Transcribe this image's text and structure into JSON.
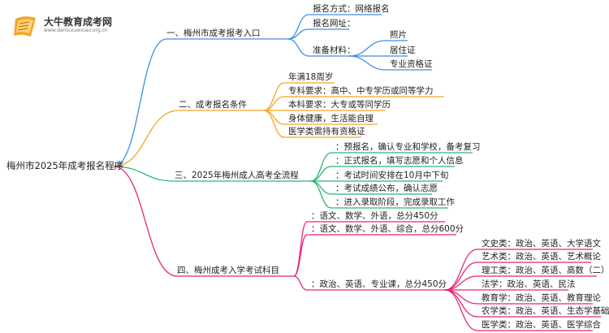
{
  "logo": {
    "title": "大牛教育成考网",
    "url": "www.daniuxueixiao.org.cn"
  },
  "root": {
    "label": "梅州市2025年成考报名程序"
  },
  "branches": [
    {
      "label": "一、梅州市成考报考入口",
      "color": "#3d8ee6",
      "children": [
        {
          "label": "报名方式：网络报名",
          "children": []
        },
        {
          "label": "报名网址：",
          "children": []
        },
        {
          "label": "准备材料：",
          "children": [
            {
              "label": "照片"
            },
            {
              "label": "居住证"
            },
            {
              "label": "专业资格证"
            }
          ]
        }
      ]
    },
    {
      "label": "二、成考报名条件",
      "color": "#f5a623",
      "children": [
        {
          "label": "年满18周岁",
          "children": []
        },
        {
          "label": "专科要求：高中、中专学历或同等学力",
          "children": []
        },
        {
          "label": "本科要求：大专或等同学历",
          "children": []
        },
        {
          "label": "身体健康，生活能自理",
          "children": []
        },
        {
          "label": "医学类需持有资格证",
          "children": []
        }
      ]
    },
    {
      "label": "三、2025年梅州成人高考全流程",
      "color": "#2bb673",
      "children": [
        {
          "label": "：预报名，确认专业和学校，备考复习",
          "children": []
        },
        {
          "label": "：正式报名，填写志愿和个人信息",
          "children": []
        },
        {
          "label": "：考试时间安排在10月中下旬",
          "children": []
        },
        {
          "label": "：考试成绩公布，确认志愿",
          "children": []
        },
        {
          "label": "：进入录取阶段，完成录取工作",
          "children": []
        }
      ]
    },
    {
      "label": "四、梅州成考入学考试科目",
      "color": "#e8257a",
      "children": [
        {
          "label": "：语文、数学、外语，总分450分",
          "children": []
        },
        {
          "label": "：语文、数学、外语、综合，总分600分",
          "children": []
        },
        {
          "label": "：政治、英语、专业课，总分450分",
          "children": [
            {
              "label": "文史类：政治、英语、大学语文"
            },
            {
              "label": "艺术类：政治、英语、艺术概论"
            },
            {
              "label": "理工类：政治、英语、高数（二）"
            },
            {
              "label": "法学：政治、英语、民法"
            },
            {
              "label": "教育学：政治、英语、教育理论"
            },
            {
              "label": "农学类：政治、英语、生态学基础"
            },
            {
              "label": "医学类：政治、英语、医学综合"
            }
          ]
        }
      ]
    }
  ]
}
